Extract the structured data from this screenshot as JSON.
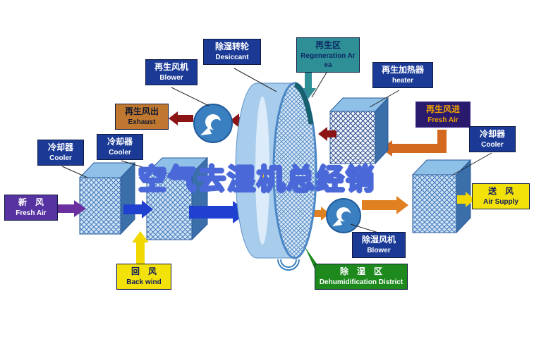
{
  "title": "空气去湿机总经销",
  "labels": {
    "desiccant": {
      "zh": "除湿转轮",
      "en": "Desiccant"
    },
    "regeneration_area": {
      "zh": "再生区",
      "en": "Regeneration Area"
    },
    "regen_blower": {
      "zh": "再生风机",
      "en": "Blower"
    },
    "regen_heater": {
      "zh": "再生加热器",
      "en": "heater"
    },
    "exhaust": {
      "zh": "再生风出",
      "en": "Exhaust"
    },
    "cooler_left_outer": {
      "zh": "冷却器",
      "en": "Cooler"
    },
    "cooler_left_inner": {
      "zh": "冷却器",
      "en": "Cooler"
    },
    "fresh_air_left": {
      "zh": "新　风",
      "en": "Fresh Air"
    },
    "regen_fresh_air": {
      "zh": "再生风进",
      "en": "Fresh Air"
    },
    "cooler_right": {
      "zh": "冷却器",
      "en": "Cooler"
    },
    "air_supply": {
      "zh": "送　风",
      "en": "Air Supply"
    },
    "back_wind": {
      "zh": "回　风",
      "en": "Back wind"
    },
    "dehumid_blower": {
      "zh": "除湿风机",
      "en": "Blower"
    },
    "dehumid_district": {
      "zh": "除　湿　区",
      "en": "Dehumidification District"
    }
  },
  "colors": {
    "navy_box": "#1a3a96",
    "teal_box": "#2e8f96",
    "brown_box": "#c07830",
    "purple_box": "#5633a0",
    "indigo_box": "#2a1a6e",
    "yellow_box": "#f2e20a",
    "green_box": "#1e8a1e",
    "arrow_blue": "#2040d0",
    "arrow_purple": "#6a30a0",
    "arrow_red": "#8b1515",
    "arrow_orange": "#d2691e",
    "arrow_yellow": "#f0d800",
    "arrow_teal": "#2e8f96",
    "wheel_blue": "#a8cdec"
  }
}
